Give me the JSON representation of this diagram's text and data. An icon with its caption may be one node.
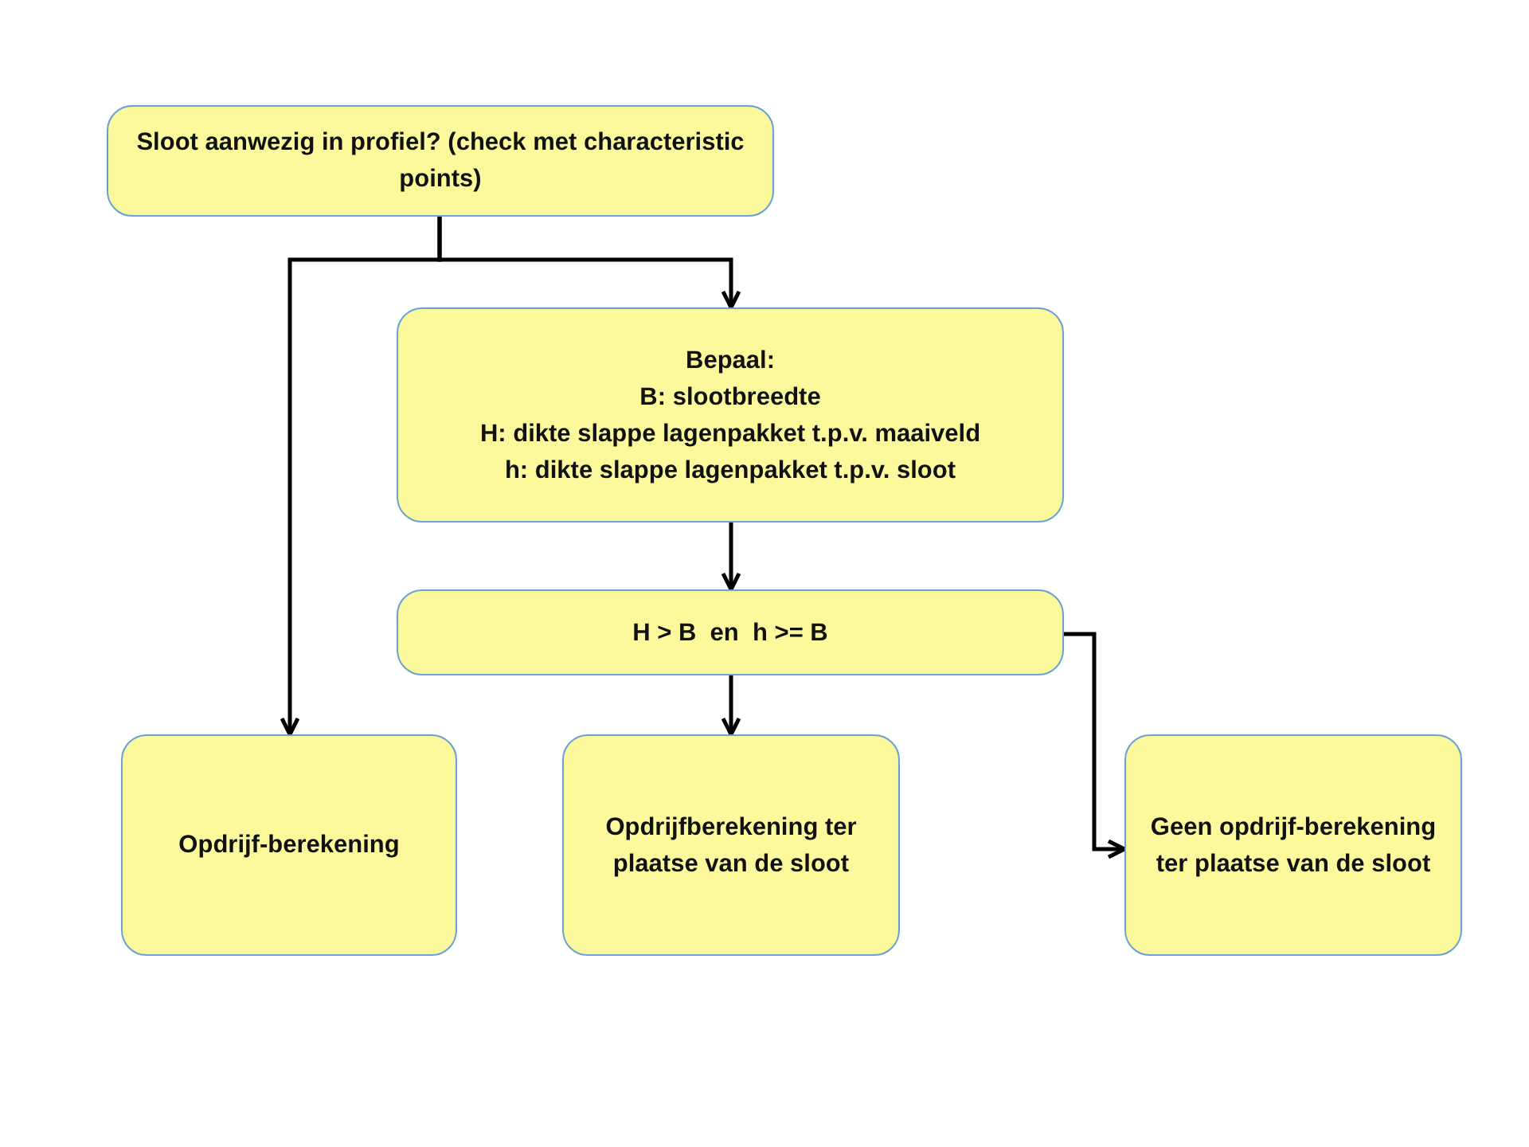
{
  "diagram": {
    "nodes": [
      {
        "text": [
          "Sloot aanwezig in profiel? (check met characteristic points)"
        ]
      },
      {
        "text": [
          "Bepaal:",
          "B: slootbreedte",
          "H: dikte slappe lagenpakket t.p.v. maaiveld",
          "h: dikte slappe lagenpakket t.p.v. sloot"
        ]
      },
      {
        "text": [
          "H > B  en  h >= B"
        ]
      },
      {
        "text": [
          "Opdrijf-berekening"
        ]
      },
      {
        "text": [
          "Opdrijfberekening ter plaatse van de sloot"
        ]
      },
      {
        "text": [
          "Geen opdrijf-berekening ter plaatse van de sloot"
        ]
      }
    ],
    "edges": [
      {
        "from": 0,
        "to": 1,
        "arrow": "to"
      },
      {
        "from": 0,
        "to": 3,
        "arrow": "to"
      },
      {
        "from": 1,
        "to": 2,
        "arrow": "to"
      },
      {
        "from": 2,
        "to": 4,
        "arrow": "to"
      },
      {
        "from": 2,
        "to": 5,
        "arrow": "to"
      }
    ]
  }
}
